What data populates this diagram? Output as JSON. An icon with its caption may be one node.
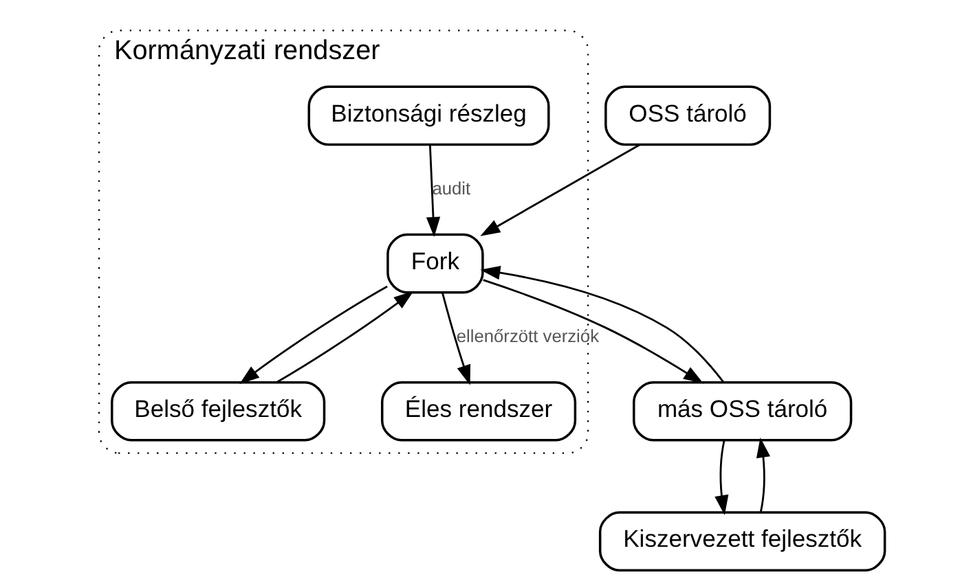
{
  "diagram": {
    "nodes": [
      {
        "text": [
          "Kormányzati rendszer"
        ]
      },
      {
        "text": [
          "Fork"
        ],
        "in": 0
      },
      {
        "text": [
          "Belső fejlesztők"
        ],
        "in": 0
      },
      {
        "text": [
          "Éles rendszer"
        ],
        "in": 0
      },
      {
        "text": [
          "Biztonsági részleg"
        ],
        "in": 0
      },
      {
        "text": [
          "OSS tároló"
        ]
      },
      {
        "text": [
          "más OSS tároló"
        ]
      },
      {
        "text": [
          "Kiszervezett fejlesztők"
        ]
      }
    ],
    "edges": [
      {
        "from": 5,
        "to": 1,
        "arrow": "to"
      },
      {
        "from": 1,
        "to": 2,
        "arrow": "to"
      },
      {
        "from": 2,
        "to": 1,
        "arrow": "to"
      },
      {
        "from": 1,
        "to": 3,
        "arrow": "to",
        "label": "ellenőrzött verziók"
      },
      {
        "from": 4,
        "to": 1,
        "arrow": "to",
        "label": "audit"
      },
      {
        "from": 1,
        "to": 6,
        "arrow": "to"
      },
      {
        "from": 6,
        "to": 1,
        "arrow": "to"
      },
      {
        "from": 7,
        "to": 6,
        "arrow": "to"
      },
      {
        "from": 6,
        "to": 7,
        "arrow": "to"
      }
    ]
  }
}
